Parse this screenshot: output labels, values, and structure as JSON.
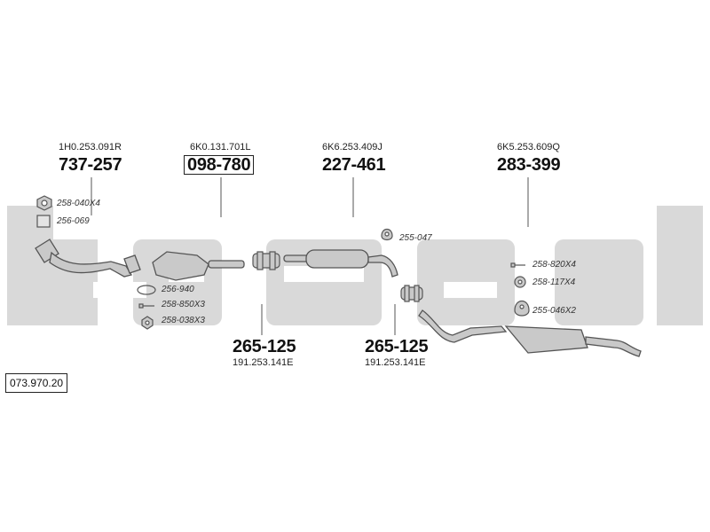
{
  "diagram": {
    "reference_number": "073.970.20",
    "watermark": "bosal",
    "top_callouts": [
      {
        "oem": "1H0.253.091R",
        "part": "737-257",
        "boxed": false
      },
      {
        "oem": "6K0.131.701L",
        "part": "098-780",
        "boxed": true
      },
      {
        "oem": "6K6.253.409J",
        "part": "227-461",
        "boxed": false
      },
      {
        "oem": "6K5.253.609Q",
        "part": "283-399",
        "boxed": false
      }
    ],
    "bottom_callouts": [
      {
        "oem": "191.253.141E",
        "part": "265-125"
      },
      {
        "oem": "191.253.141E",
        "part": "265-125"
      }
    ],
    "small_parts": [
      {
        "icon": "nut-icon",
        "code": "258-040X4"
      },
      {
        "icon": "gasket-icon",
        "code": "256-069"
      },
      {
        "icon": "ring-gasket-icon",
        "code": "256-940"
      },
      {
        "icon": "bolt-icon",
        "code": "258-850X3"
      },
      {
        "icon": "nut-icon",
        "code": "258-038X3"
      },
      {
        "icon": "rubber-mount-icon",
        "code": "255-047"
      },
      {
        "icon": "bolt-icon",
        "code": "258-820X4"
      },
      {
        "icon": "nut-icon",
        "code": "258-117X4"
      },
      {
        "icon": "rubber-mount-icon",
        "code": "255-046X2"
      }
    ],
    "colors": {
      "watermark": "#d9d9d9",
      "line": "#555555",
      "component_fill": "#c9c9c9"
    }
  }
}
